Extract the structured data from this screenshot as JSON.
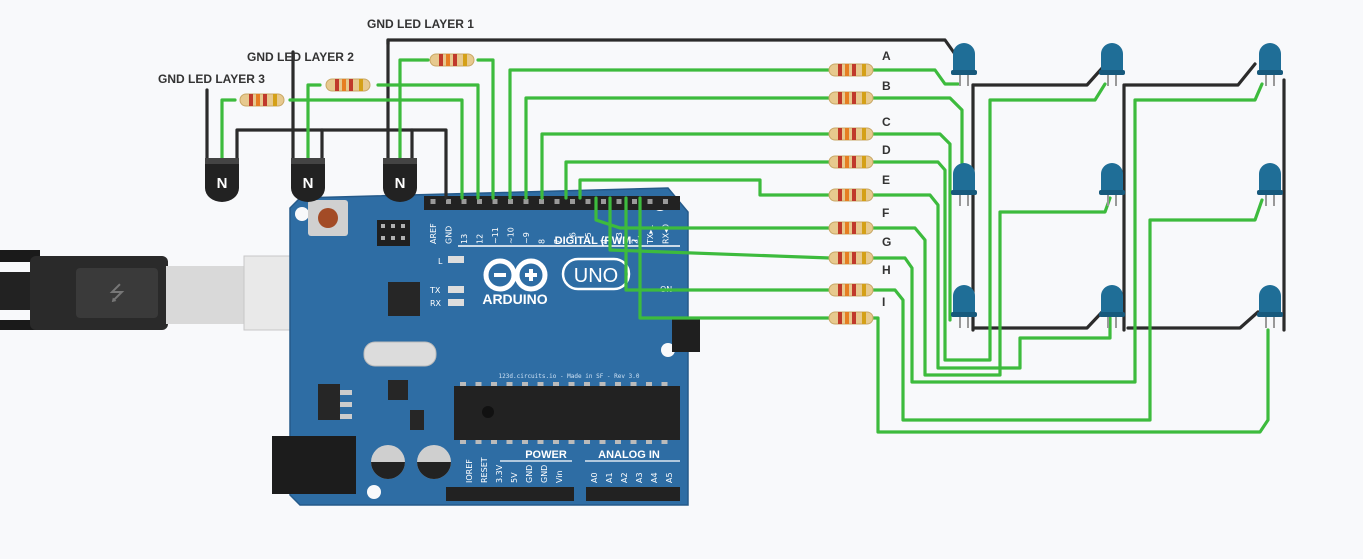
{
  "colors": {
    "wire_green": "#3dbb3d",
    "wire_black": "#2b2b2b",
    "board": "#2e6da4",
    "led": "#1f6e97",
    "background": "#f8f9fb"
  },
  "labels": {
    "gnd_layer_1": "GND LED LAYER 1",
    "gnd_layer_2": "GND LED LAYER 2",
    "gnd_layer_3": "GND LED LAYER 3"
  },
  "transistors": [
    {
      "label": "N"
    },
    {
      "label": "N"
    },
    {
      "label": "N"
    }
  ],
  "resistor_labels": [
    "A",
    "B",
    "C",
    "D",
    "E",
    "F",
    "G",
    "H",
    "I"
  ],
  "board": {
    "brand": "ARDUINO",
    "model": "UNO",
    "digital_header": "DIGITAL (PWM~)",
    "power_header": "POWER",
    "analog_header": "ANALOG IN",
    "credit": "123d.circuits.io - Made in SF - Rev 3.0",
    "led_labels": [
      "L",
      "TX",
      "RX"
    ],
    "on_label": "ON",
    "digital_pins": [
      "AREF",
      "GND",
      "13",
      "12",
      "~11",
      "~10",
      "~9",
      "8",
      "7",
      "~6",
      "~5",
      "4",
      "~3",
      "2",
      "TX▸1",
      "RX◂0"
    ],
    "power_pins": [
      "IOREF",
      "RESET",
      "3.3V",
      "5V",
      "GND",
      "GND",
      "Vin"
    ],
    "analog_pins": [
      "A0",
      "A1",
      "A2",
      "A3",
      "A4",
      "A5"
    ]
  }
}
